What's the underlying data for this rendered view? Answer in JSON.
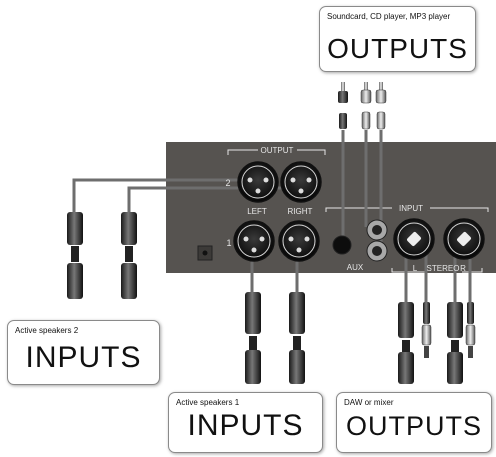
{
  "boxes": {
    "soundcard": {
      "subtitle": "Soundcard, CD player, MP3 player",
      "title": "OUTPUTS"
    },
    "speakers2": {
      "subtitle": "Active speakers 2",
      "title": "INPUTS"
    },
    "speakers1": {
      "subtitle": "Active speakers 1",
      "title": "INPUTS"
    },
    "daw": {
      "subtitle": "DAW or mixer",
      "title": "OUTPUTS"
    }
  },
  "panel": {
    "output_header": "OUTPUT",
    "input_header": "INPUT",
    "row_2": "2",
    "row_1": "1",
    "left": "LEFT",
    "right": "RIGHT",
    "aux": "AUX",
    "l": "L",
    "stereo": "STEREO",
    "r": "R"
  },
  "colors": {
    "panel": "#565350",
    "panel_text": "#e6e6e6",
    "cable": "#6e6e6e",
    "connector": "#111111"
  }
}
